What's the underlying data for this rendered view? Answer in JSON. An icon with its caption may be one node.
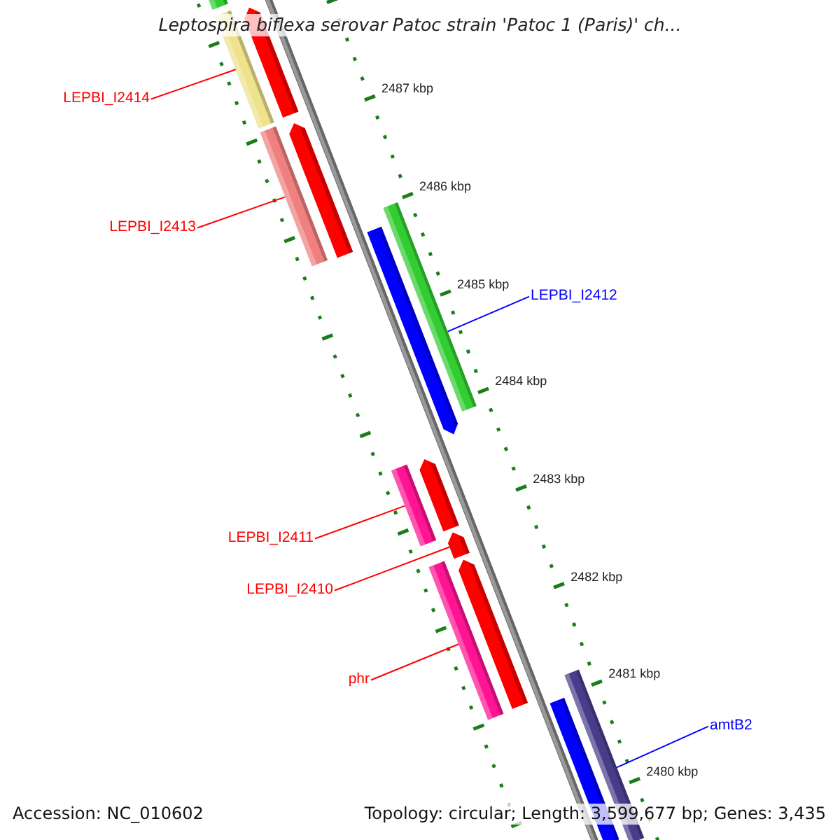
{
  "diagram": {
    "title": "Leptospira biflexa serovar Patoc strain 'Patoc 1 (Paris)' ch...",
    "nodes": [
      {
        "text": [],
        "shape": "bar"
      },
      {
        "text": [],
        "shape": "pentagon"
      },
      {
        "text": [],
        "shape": "bar"
      },
      {
        "text": [
          "LEPBI_I2414"
        ]
      },
      {
        "text": [],
        "shape": "pentagon"
      },
      {
        "text": [],
        "shape": "bar"
      },
      {
        "text": [
          "LEPBI_I2413"
        ]
      },
      {
        "text": [],
        "shape": "bar"
      },
      {
        "text": [],
        "shape": "pentagon"
      },
      {
        "text": [
          "LEPBI_I2412"
        ]
      },
      {
        "text": [],
        "shape": "pentagon"
      },
      {
        "text": [],
        "shape": "bar"
      },
      {
        "text": [
          "LEPBI_I2411"
        ]
      },
      {
        "text": [],
        "shape": "pentagon"
      },
      {
        "text": [],
        "shape": "pentagon"
      },
      {
        "text": [],
        "shape": "bar"
      },
      {
        "text": [
          "LEPBI_I2410"
        ]
      },
      {
        "text": [
          "phr"
        ]
      },
      {
        "text": [],
        "shape": "bar"
      },
      {
        "text": [],
        "shape": "pentagon"
      },
      {
        "text": [
          "amtB2"
        ]
      }
    ],
    "edges": [
      {
        "from": 3,
        "to": 2,
        "arrow": "none"
      },
      {
        "from": 6,
        "to": 5,
        "arrow": "none"
      },
      {
        "from": 9,
        "to": 7,
        "arrow": "none",
        "color": "#0000ff"
      },
      {
        "from": 12,
        "to": 11,
        "arrow": "none"
      },
      {
        "from": 16,
        "to": 13,
        "arrow": "none"
      },
      {
        "from": 17,
        "to": 15,
        "arrow": "none"
      },
      {
        "from": 20,
        "to": 18,
        "arrow": "none",
        "color": "#0000ff"
      }
    ],
    "labels": [
      "2487 kbp",
      "2486 kbp",
      "2485 kbp",
      "2484 kbp",
      "2483 kbp",
      "2482 kbp",
      "2481 kbp",
      "2480 kbp",
      "Accession: NC_010602",
      "Topology: circular; Length: 3,599,677 bp; Genes: 3,435"
    ]
  }
}
